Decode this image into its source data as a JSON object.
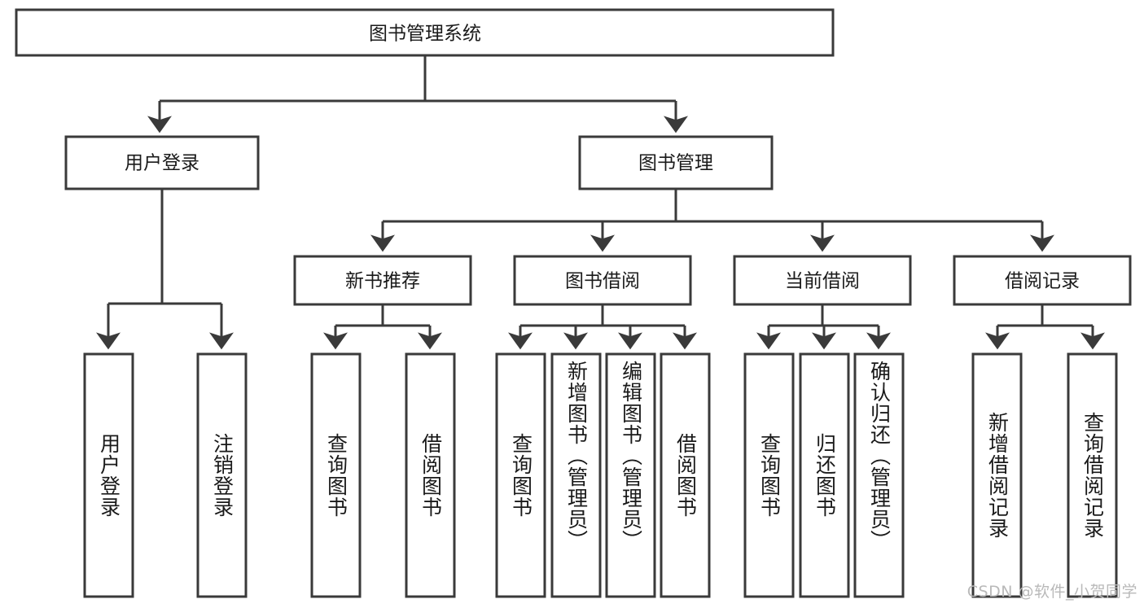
{
  "diagram": {
    "type": "tree",
    "title": "图书管理系统",
    "root": {
      "id": "root",
      "label": "图书管理系统"
    },
    "level2": [
      {
        "id": "user-login",
        "label": "用户登录"
      },
      {
        "id": "book-management",
        "label": "图书管理"
      }
    ],
    "level3": [
      {
        "id": "new-book-recommend",
        "label": "新书推荐",
        "parent": "book-management"
      },
      {
        "id": "book-borrow",
        "label": "图书借阅",
        "parent": "book-management"
      },
      {
        "id": "current-borrow",
        "label": "当前借阅",
        "parent": "book-management"
      },
      {
        "id": "borrow-record",
        "label": "借阅记录",
        "parent": "book-management"
      }
    ],
    "leaves": {
      "user-login": [
        {
          "id": "leaf-user-login",
          "label": "用户登录"
        },
        {
          "id": "leaf-user-logout",
          "label": "注销登录"
        }
      ],
      "new-book-recommend": [
        {
          "id": "leaf-query-book-1",
          "label": "查询图书"
        },
        {
          "id": "leaf-borrow-book-1",
          "label": "借阅图书"
        }
      ],
      "book-borrow": [
        {
          "id": "leaf-query-book-2",
          "label": "查询图书"
        },
        {
          "id": "leaf-add-book",
          "label": "新增图书（管理员）"
        },
        {
          "id": "leaf-edit-book",
          "label": "编辑图书（管理员）"
        },
        {
          "id": "leaf-borrow-book-2",
          "label": "借阅图书"
        }
      ],
      "current-borrow": [
        {
          "id": "leaf-query-book-3",
          "label": "查询图书"
        },
        {
          "id": "leaf-return-book",
          "label": "归还图书"
        },
        {
          "id": "leaf-confirm-return",
          "label": "确认归还（管理员）"
        }
      ],
      "borrow-record": [
        {
          "id": "leaf-add-record",
          "label": "新增借阅记录"
        },
        {
          "id": "leaf-query-record",
          "label": "查询借阅记录"
        }
      ]
    },
    "colors": {
      "box_stroke": "#3a3a3a",
      "box_fill": "#ffffff",
      "text": "#1a1a1a",
      "background": "#ffffff",
      "watermark": "#b9b9b9"
    }
  },
  "watermark": {
    "text": "CSDN @软件_小贺同学"
  }
}
